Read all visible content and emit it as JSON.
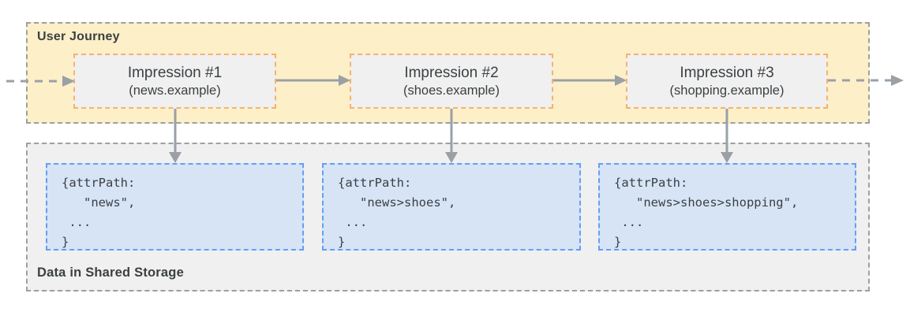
{
  "diagram_title": "Shared Storage user journey attribution diagram",
  "colors": {
    "journey_fill": "#FDEFC8",
    "journey_border": "#9AA0A6",
    "impression_fill": "#F0F0F0",
    "impression_border": "#F6B26B",
    "storage_fill": "#F0F0F0",
    "storage_border": "#9AA0A6",
    "entry_fill": "#D6E4F6",
    "entry_border": "#669DF6",
    "arrow": "#9AA0A6",
    "text": "#3C4043"
  },
  "user_journey": {
    "label": "User Journey",
    "impressions": [
      {
        "title": "Impression #1",
        "subtitle": "(news.example)"
      },
      {
        "title": "Impression #2",
        "subtitle": "(shoes.example)"
      },
      {
        "title": "Impression #3",
        "subtitle": "(shopping.example)"
      }
    ]
  },
  "shared_storage": {
    "label": "Data in Shared Storage",
    "entries": [
      {
        "code": "{attrPath:\n   \"news\",\n ...\n}"
      },
      {
        "code": "{attrPath:\n   \"news>shoes\",\n ...\n}"
      },
      {
        "code": "{attrPath:\n   \"news>shoes>shopping\",\n ...\n}"
      }
    ]
  }
}
